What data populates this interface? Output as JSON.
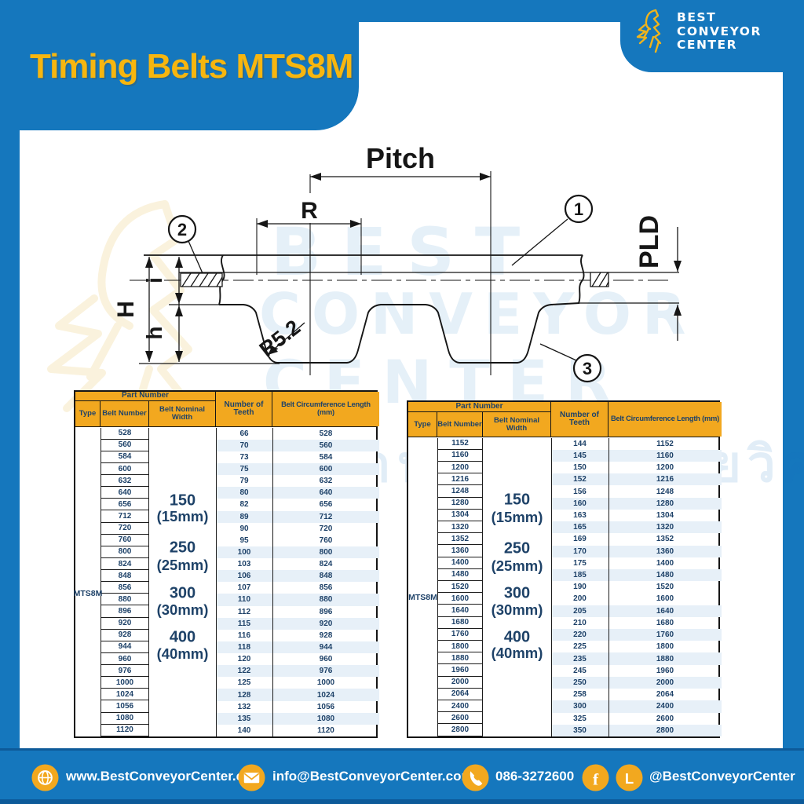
{
  "header": {
    "title": "Timing Belts MTS8M",
    "logo": {
      "line1": "BEST",
      "line2": "CONVEYOR",
      "line3": "CENTER"
    }
  },
  "diagram": {
    "labels": {
      "pitch": "Pitch",
      "r": "R",
      "pld": "PLD",
      "H": "H",
      "h": "h",
      "i": "i",
      "radius": "R5.2"
    },
    "callouts": [
      "1",
      "2",
      "3"
    ]
  },
  "tables": {
    "columns": {
      "part_number": "Part Number",
      "type": "Type",
      "belt_number": "Belt Number",
      "belt_nominal_width": "Belt Nominal Width",
      "number_of_teeth": "Number of Teeth",
      "belt_circumference": "Belt Circumference Length (mm)"
    },
    "type_value": "MTS8M",
    "width_groups": [
      [
        "150",
        "(15mm)"
      ],
      [
        "250",
        "(25mm)"
      ],
      [
        "300",
        "(30mm)"
      ],
      [
        "400",
        "(40mm)"
      ]
    ],
    "left": {
      "rows": [
        [
          528,
          66,
          528
        ],
        [
          560,
          70,
          560
        ],
        [
          584,
          73,
          584
        ],
        [
          600,
          75,
          600
        ],
        [
          632,
          79,
          632
        ],
        [
          640,
          80,
          640
        ],
        [
          656,
          82,
          656
        ],
        [
          712,
          89,
          712
        ],
        [
          720,
          90,
          720
        ],
        [
          760,
          95,
          760
        ],
        [
          800,
          100,
          800
        ],
        [
          824,
          103,
          824
        ],
        [
          848,
          106,
          848
        ],
        [
          856,
          107,
          856
        ],
        [
          880,
          110,
          880
        ],
        [
          896,
          112,
          896
        ],
        [
          920,
          115,
          920
        ],
        [
          928,
          116,
          928
        ],
        [
          944,
          118,
          944
        ],
        [
          960,
          120,
          960
        ],
        [
          976,
          122,
          976
        ],
        [
          1000,
          125,
          1000
        ],
        [
          1024,
          128,
          1024
        ],
        [
          1056,
          132,
          1056
        ],
        [
          1080,
          135,
          1080
        ],
        [
          1120,
          140,
          1120
        ]
      ],
      "shaded": [
        1,
        3,
        5,
        7,
        10,
        12,
        14,
        16,
        18,
        20,
        22,
        24
      ]
    },
    "right": {
      "rows": [
        [
          1152,
          144,
          1152
        ],
        [
          1160,
          145,
          1160
        ],
        [
          1200,
          150,
          1200
        ],
        [
          1216,
          152,
          1216
        ],
        [
          1248,
          156,
          1248
        ],
        [
          1280,
          160,
          1280
        ],
        [
          1304,
          163,
          1304
        ],
        [
          1320,
          165,
          1320
        ],
        [
          1352,
          169,
          1352
        ],
        [
          1360,
          170,
          1360
        ],
        [
          1400,
          175,
          1400
        ],
        [
          1480,
          185,
          1480
        ],
        [
          1520,
          190,
          1520
        ],
        [
          1600,
          200,
          1600
        ],
        [
          1640,
          205,
          1640
        ],
        [
          1680,
          210,
          1680
        ],
        [
          1760,
          220,
          1760
        ],
        [
          1800,
          225,
          1800
        ],
        [
          1880,
          235,
          1880
        ],
        [
          1960,
          245,
          1960
        ],
        [
          2000,
          250,
          2000
        ],
        [
          2064,
          258,
          2064
        ],
        [
          2400,
          300,
          2400
        ],
        [
          2600,
          325,
          2600
        ],
        [
          2800,
          350,
          2800
        ]
      ],
      "shaded": [
        1,
        3,
        5,
        7,
        9,
        11,
        14,
        16,
        18,
        20,
        22,
        24
      ]
    }
  },
  "watermark": {
    "line1": "BEST",
    "line2": "CONVEYOR",
    "line3": "CENTER",
    "thai": "สินค้าโรงงาน แนะนำโดยวิศวกร"
  },
  "footer": {
    "website": "www.BestConveyorCenter.com",
    "email": "info@BestConveyorCenter.com",
    "phone": "086-3272600",
    "social": "@BestConveyorCenter"
  },
  "colors": {
    "blue": "#1577BD",
    "dark_blue_strip": "#0D5A99",
    "yellow": "#F2A81F",
    "title_yellow": "#F7B60F",
    "navy_text": "#1E4268",
    "stripe_blue": "#E7F0F8"
  }
}
